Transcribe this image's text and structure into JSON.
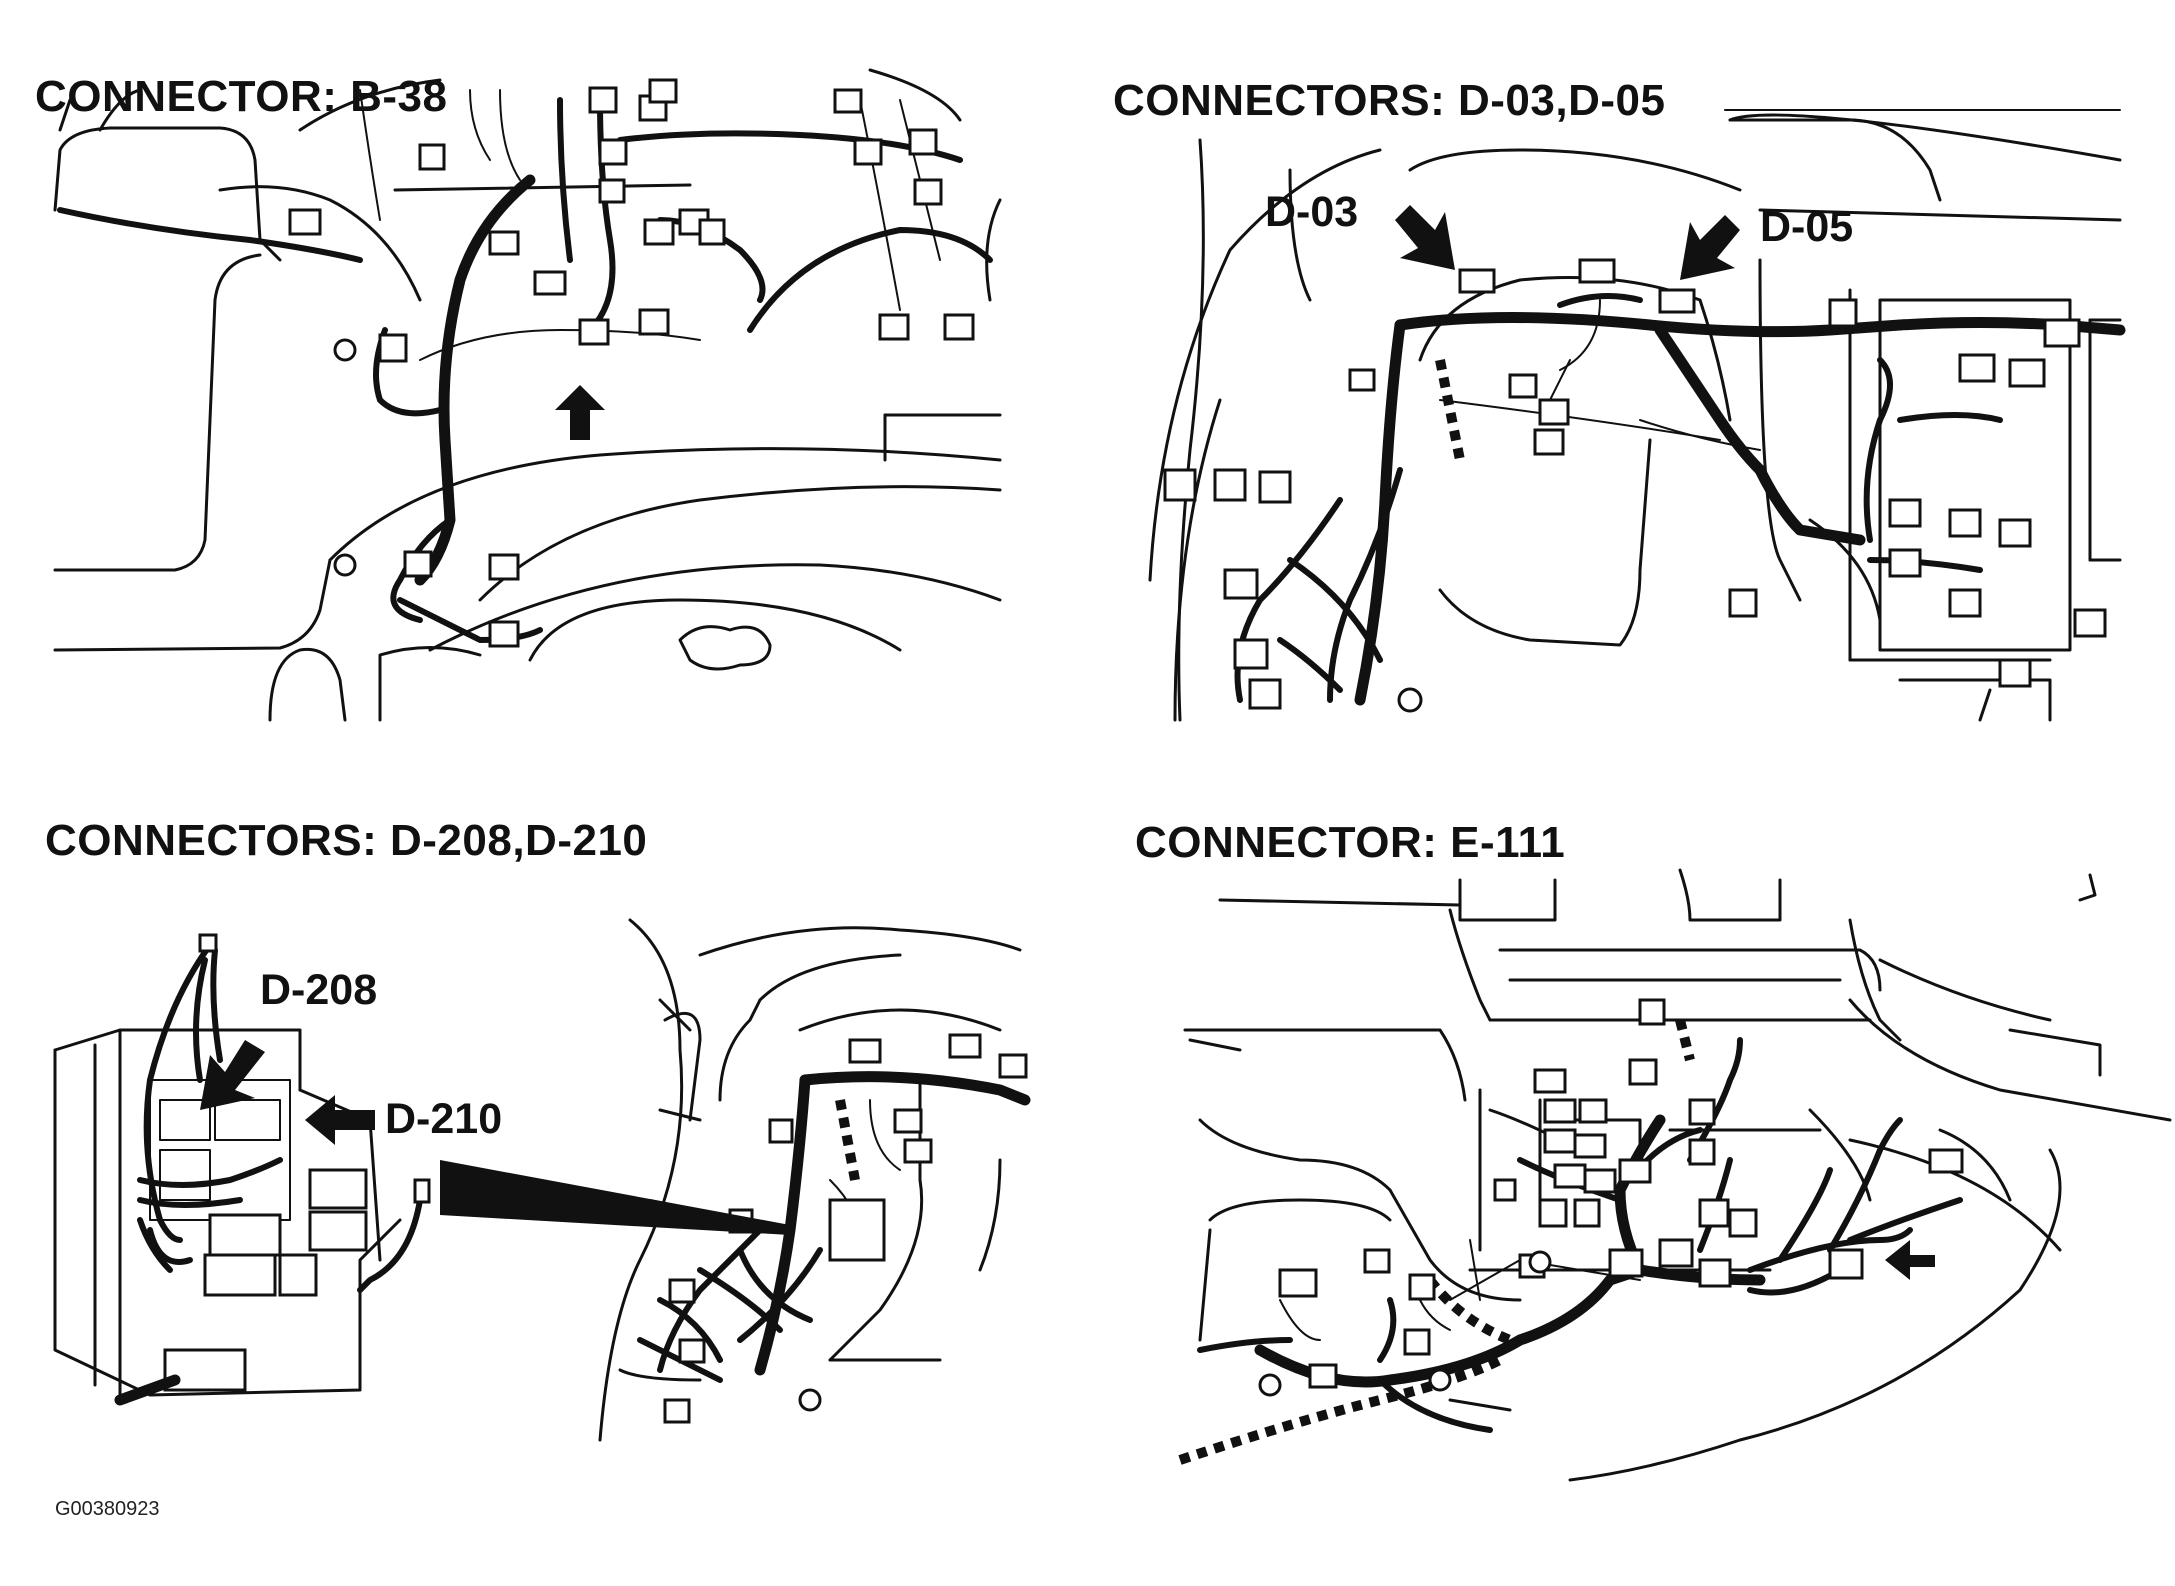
{
  "figure_id": "G00380923",
  "panels": {
    "top_left": {
      "title": "CONNECTOR: B-38",
      "arrow_label": ""
    },
    "top_right": {
      "title": "CONNECTORS: D-03,D-05",
      "labels": [
        "D-03",
        "D-05"
      ]
    },
    "bottom_left": {
      "title": "CONNECTORS: D-208,D-210",
      "labels": [
        "D-208",
        "D-210"
      ]
    },
    "bottom_right": {
      "title": "CONNECTOR: E-111"
    }
  },
  "colors": {
    "ink": "#111111",
    "paper": "#ffffff"
  }
}
